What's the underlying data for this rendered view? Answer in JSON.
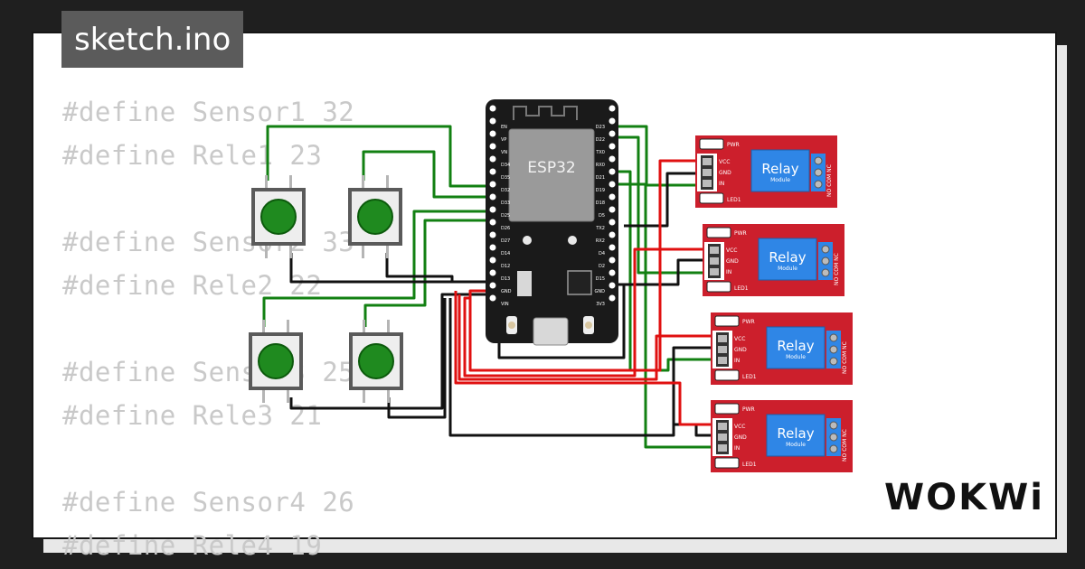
{
  "title": "sketch.ino",
  "code_lines": [
    "#define Sensor1 32",
    "#define Rele1 23",
    "",
    "#define Sensor2 33",
    "#define Rele2 22",
    "",
    "#define Sensor3 25",
    "#define Rele3 21",
    "",
    "#define Sensor4 26",
    "#define Rele4 19"
  ],
  "board": {
    "label": "ESP32",
    "left_pins": [
      "EN",
      "VP",
      "VN",
      "D34",
      "D35",
      "D32",
      "D33",
      "D25",
      "D26",
      "D27",
      "D14",
      "D12",
      "D13",
      "GND",
      "VIN"
    ],
    "right_pins": [
      "D23",
      "D22",
      "TX0",
      "RX0",
      "D21",
      "D19",
      "D18",
      "D5",
      "TX2",
      "RX2",
      "D4",
      "D2",
      "D15",
      "GND",
      "3V3"
    ]
  },
  "relay": {
    "title": "Relay",
    "subtitle": "Module",
    "pins": [
      "VCC",
      "GND",
      "IN"
    ],
    "pwr_label": "PWR",
    "led_label": "LED1",
    "terminals_label": "NO COM NC"
  },
  "buttons_count": 4,
  "logo": "WOKWi",
  "colors": {
    "background": "#1f1f1f",
    "card": "#ffffff",
    "code": "#c9c9c9",
    "title_box": "#5b5b5b",
    "board": "#1a1a1a",
    "relay": "#cc1f2c",
    "relay_module": "#2f86e6",
    "button_cap": "#1f8a1f",
    "wire_green": "#128012",
    "wire_red": "#e01010",
    "wire_black": "#111111"
  }
}
